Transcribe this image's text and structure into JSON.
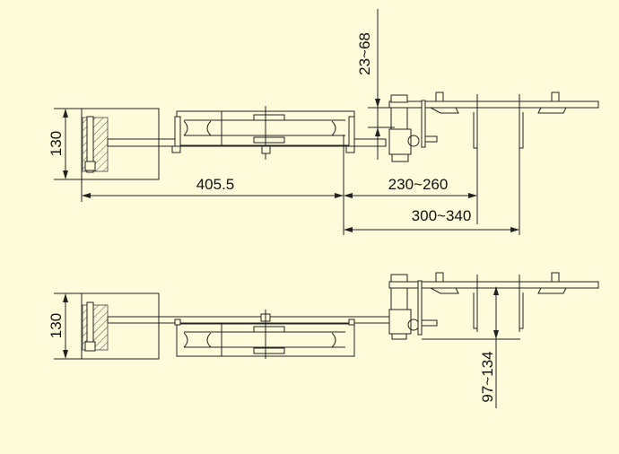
{
  "title": "Mounting arrangement drawing",
  "top_view": {
    "dim_height": "130",
    "dim_length": "405.5",
    "dim_vertical_adjust": "23~68",
    "dim_range_1": "230~260",
    "dim_range_2": "300~340"
  },
  "bottom_view": {
    "dim_height": "130",
    "dim_vertical_adjust": "97~134"
  },
  "colors": {
    "background": "#fdfbd9",
    "line": "#222222"
  }
}
